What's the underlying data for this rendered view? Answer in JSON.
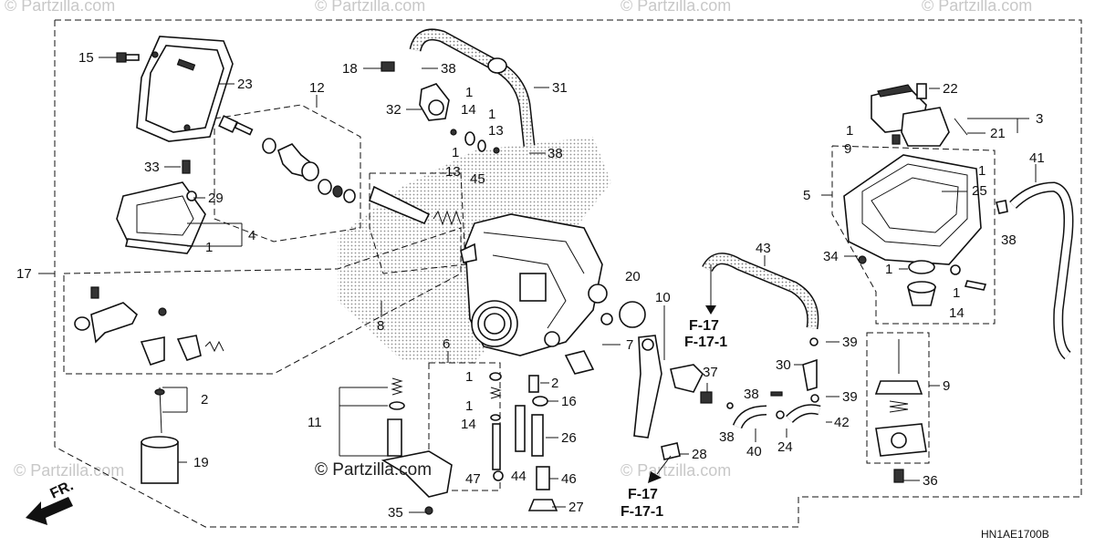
{
  "watermarks": [
    "© Partzilla.com",
    "© Partzilla.com",
    "© Partzilla.com",
    "© Partzilla.com",
    "© Partzilla.com",
    "© Partzilla.com"
  ],
  "copyright": "© Partzilla.com",
  "diagram_code": "HN1AE1700B",
  "front_label": "FR.",
  "ref_f17": "F-17",
  "ref_f171": "F-17-1",
  "callouts": {
    "c15": "15",
    "c23": "23",
    "c12": "12",
    "c18": "18",
    "c38a": "38",
    "c31": "31",
    "c1a": "1",
    "c32": "32",
    "c14a": "14",
    "c13a": "13",
    "c1b": "1",
    "c13b": "13",
    "c38b": "38",
    "c45": "45",
    "c33": "33",
    "c29": "29",
    "c4": "4",
    "c1c": "1",
    "c17": "17",
    "c8": "8",
    "c2a": "2",
    "c19": "19",
    "c22": "22",
    "c3": "3",
    "c1d": "1",
    "c21": "21",
    "c9a": "9",
    "c5": "5",
    "c1e": "1",
    "c25": "25",
    "c41": "41",
    "c38c": "38",
    "c34": "34",
    "c1f": "1",
    "c1g": "1",
    "c14b": "14",
    "c43": "43",
    "c20": "20",
    "c10": "10",
    "c7": "7",
    "c39a": "39",
    "c9b": "9",
    "c30": "30",
    "c37": "37",
    "c38d": "38",
    "c39b": "39",
    "c38e": "38",
    "c40": "40",
    "c24": "24",
    "c42": "42",
    "c6": "6",
    "c1h": "1",
    "c2b": "2",
    "c1i": "1",
    "c14c": "14",
    "c16": "16",
    "c26": "26",
    "c47": "47",
    "c44": "44",
    "c46": "46",
    "c27": "27",
    "c11": "11",
    "c35": "35",
    "c28": "28",
    "c36": "36"
  }
}
